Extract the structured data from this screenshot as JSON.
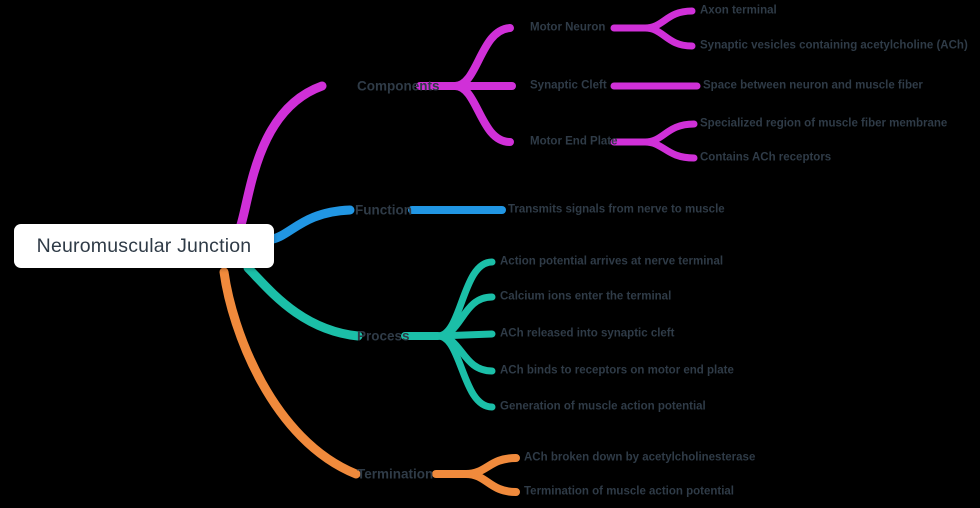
{
  "diagram": {
    "type": "mindmap",
    "background_color": "#000000",
    "root": {
      "label": "Neuromuscular Junction",
      "text_color": "#2f3b47",
      "fill_color": "#ffffff"
    },
    "branches": [
      {
        "label": "Components",
        "color": "#d030d8",
        "children": [
          {
            "label": "Motor Neuron",
            "children": [
              {
                "label": "Axon terminal"
              },
              {
                "label": "Synaptic vesicles containing acetylcholine (ACh)"
              }
            ]
          },
          {
            "label": "Synaptic Cleft",
            "children": [
              {
                "label": "Space between neuron and muscle fiber"
              }
            ]
          },
          {
            "label": "Motor End Plate",
            "children": [
              {
                "label": "Specialized region of muscle fiber membrane"
              },
              {
                "label": "Contains ACh receptors"
              }
            ]
          }
        ]
      },
      {
        "label": "Function",
        "color": "#2196e3",
        "children": [
          {
            "label": "Transmits signals from nerve to muscle",
            "children": []
          }
        ]
      },
      {
        "label": "Process",
        "color": "#1bbfa8",
        "children": [
          {
            "label": "Action potential arrives at nerve terminal",
            "children": []
          },
          {
            "label": "Calcium ions enter the terminal",
            "children": []
          },
          {
            "label": "ACh released into synaptic cleft",
            "children": []
          },
          {
            "label": "ACh binds to receptors on motor end plate",
            "children": []
          },
          {
            "label": "Generation of muscle action potential",
            "children": []
          }
        ]
      },
      {
        "label": "Termination",
        "color": "#f08a3c",
        "children": [
          {
            "label": "ACh broken down by acetylcholinesterase",
            "children": []
          },
          {
            "label": "Termination of muscle action potential",
            "children": []
          }
        ]
      }
    ]
  }
}
